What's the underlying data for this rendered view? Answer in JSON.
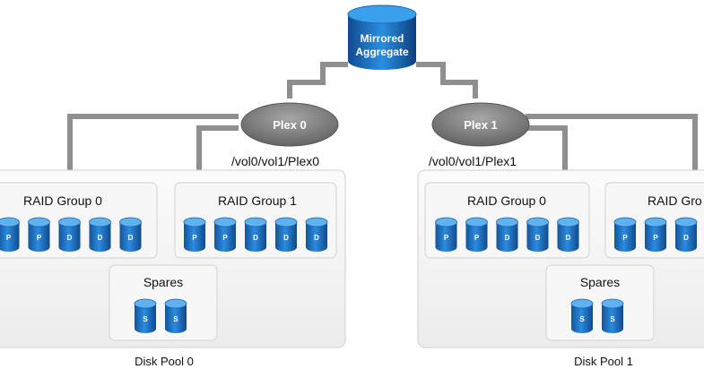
{
  "aggregate": {
    "label_line1": "Mirrored",
    "label_line2": "Aggregate",
    "colors": {
      "top": "#2a86cf",
      "body": "#1d5fa8",
      "dark": "#0f3f78"
    }
  },
  "plexes": [
    {
      "label": "Plex 0",
      "path": "/vol0/vol1/Plex0"
    },
    {
      "label": "Plex 1",
      "path": "/vol0/vol1/Plex1"
    }
  ],
  "pools": [
    {
      "label": "Disk Pool 0",
      "raid_groups": [
        {
          "label": "RAID Group 0",
          "disks": [
            "P",
            "P",
            "D",
            "D",
            "D"
          ]
        },
        {
          "label": "RAID Group 1",
          "disks": [
            "P",
            "P",
            "D",
            "D",
            "D"
          ]
        }
      ],
      "spares": {
        "label": "Spares",
        "disks": [
          "S",
          "S"
        ]
      }
    },
    {
      "label": "Disk Pool 1",
      "raid_groups": [
        {
          "label": "RAID Group 0",
          "disks": [
            "P",
            "P",
            "D",
            "D",
            "D"
          ]
        },
        {
          "label": "RAID Gro",
          "disks": [
            "P",
            "P",
            "D"
          ]
        }
      ],
      "spares": {
        "label": "Spares",
        "disks": [
          "S",
          "S"
        ]
      }
    }
  ],
  "colors": {
    "connector": "#8f8f8f",
    "pool_fill": "#f4f4f4",
    "pool_stroke": "#cfcfcf",
    "group_fill": "#f7f7f7",
    "plex_fill": "#7c7c7c",
    "disk_blue": "#1f6fbf"
  }
}
